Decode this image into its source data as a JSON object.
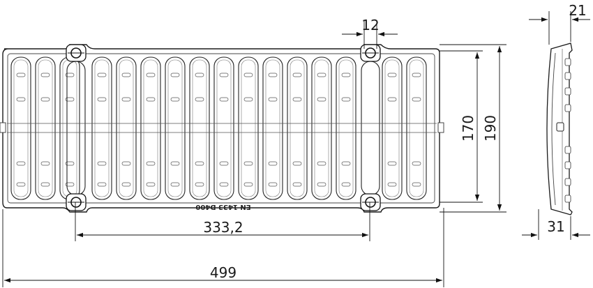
{
  "drawing": {
    "dimensions": {
      "width_total": "499",
      "bolt_spacing": "333,2",
      "height_outer": "190",
      "height_inner": "170",
      "slot_width": "12",
      "side_top": "21",
      "side_bottom": "31"
    },
    "marking": "EN 1433 D400"
  }
}
